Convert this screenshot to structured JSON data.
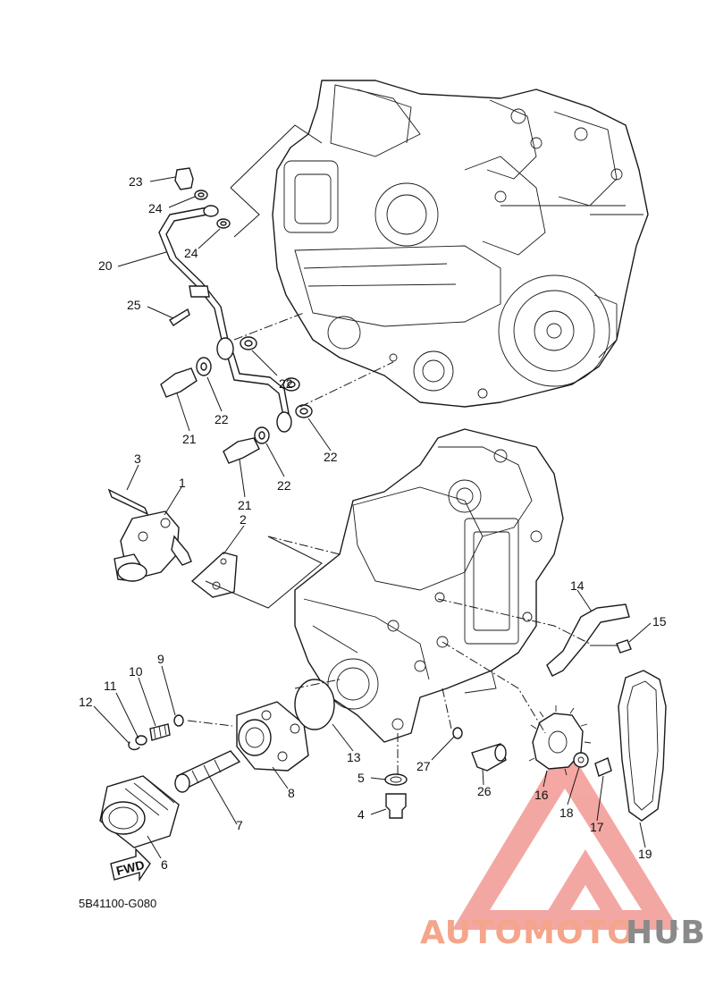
{
  "diagram": {
    "drawing_code": "5B41100-G080",
    "fwd_label": "FWD",
    "callouts": [
      {
        "id": "c1",
        "label": "1"
      },
      {
        "id": "c2",
        "label": "2"
      },
      {
        "id": "c3",
        "label": "3"
      },
      {
        "id": "c4",
        "label": "4"
      },
      {
        "id": "c5",
        "label": "5"
      },
      {
        "id": "c6",
        "label": "6"
      },
      {
        "id": "c7",
        "label": "7"
      },
      {
        "id": "c8",
        "label": "8"
      },
      {
        "id": "c9",
        "label": "9"
      },
      {
        "id": "c10",
        "label": "10"
      },
      {
        "id": "c11",
        "label": "11"
      },
      {
        "id": "c12",
        "label": "12"
      },
      {
        "id": "c13",
        "label": "13"
      },
      {
        "id": "c14",
        "label": "14"
      },
      {
        "id": "c15",
        "label": "15"
      },
      {
        "id": "c16",
        "label": "16"
      },
      {
        "id": "c17",
        "label": "17"
      },
      {
        "id": "c18",
        "label": "18"
      },
      {
        "id": "c19",
        "label": "19"
      },
      {
        "id": "c20",
        "label": "20"
      },
      {
        "id": "c21a",
        "label": "21"
      },
      {
        "id": "c21b",
        "label": "21"
      },
      {
        "id": "c22a",
        "label": "22"
      },
      {
        "id": "c22b",
        "label": "22"
      },
      {
        "id": "c22c",
        "label": "22"
      },
      {
        "id": "c22d",
        "label": "22"
      },
      {
        "id": "c23",
        "label": "23"
      },
      {
        "id": "c24a",
        "label": "24"
      },
      {
        "id": "c24b",
        "label": "24"
      },
      {
        "id": "c25",
        "label": "25"
      },
      {
        "id": "c26",
        "label": "26"
      },
      {
        "id": "c27",
        "label": "27"
      }
    ]
  },
  "watermark": {
    "part1": "AUTOMOTO",
    "part2": "HUB",
    "color_main": "#f4a58a",
    "color_hub": "#8a8a8a",
    "triangle_color": "#f08a84"
  }
}
